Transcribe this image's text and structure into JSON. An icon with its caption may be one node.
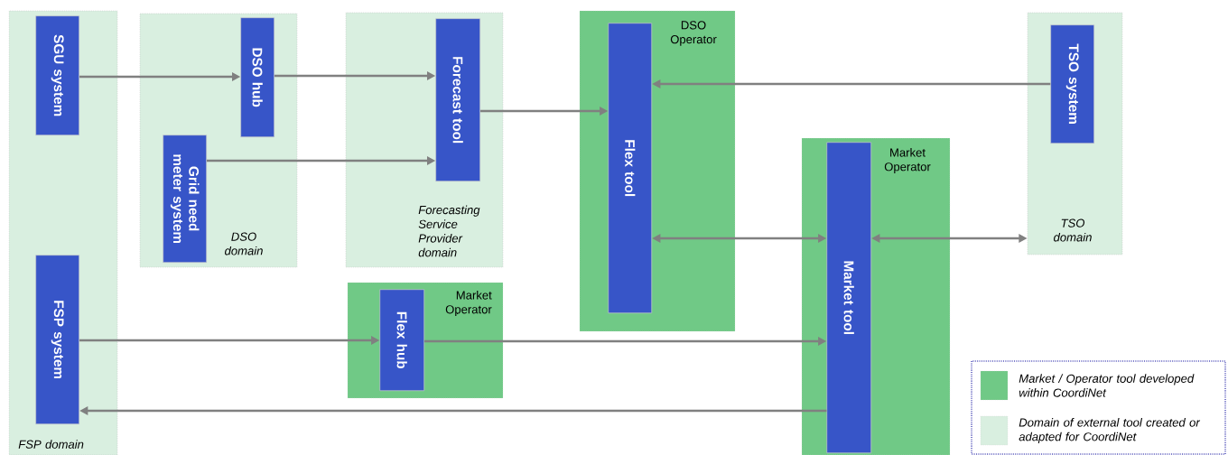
{
  "diagram": {
    "nodes": [
      {
        "text": [
          "FSP domain"
        ]
      },
      {
        "text": [
          "SGU system"
        ],
        "in": 0
      },
      {
        "text": [
          "FSP system"
        ],
        "in": 0
      },
      {
        "text": [
          "DSO domain"
        ]
      },
      {
        "text": [
          "DSO hub"
        ],
        "in": 3
      },
      {
        "text": [
          "Grid need meter system"
        ],
        "in": 3
      },
      {
        "text": [
          "Forecasting Service Provider domain"
        ]
      },
      {
        "text": [
          "Forecast tool"
        ],
        "in": 6
      },
      {
        "text": [
          "Market Operator"
        ]
      },
      {
        "text": [
          "Flex hub"
        ],
        "in": 8
      },
      {
        "text": [
          "DSO Operator"
        ]
      },
      {
        "text": [
          "Flex tool"
        ],
        "in": 10
      },
      {
        "text": [
          "Market Operator"
        ]
      },
      {
        "text": [
          "Market tool"
        ],
        "in": 12
      },
      {
        "text": [
          "TSO domain"
        ]
      },
      {
        "text": [
          "TSO system"
        ],
        "in": 14
      }
    ],
    "edges": [
      {
        "from": 1,
        "to": 4,
        "arrow": "to"
      },
      {
        "from": 4,
        "to": 7,
        "arrow": "to"
      },
      {
        "from": 5,
        "to": 7,
        "arrow": "to"
      },
      {
        "from": 7,
        "to": 11,
        "arrow": "to"
      },
      {
        "from": 15,
        "to": 11,
        "arrow": "to"
      },
      {
        "from": 11,
        "to": 13,
        "arrow": "both"
      },
      {
        "from": 13,
        "to": 14,
        "arrow": "both"
      },
      {
        "from": 2,
        "to": 9,
        "arrow": "to"
      },
      {
        "from": 9,
        "to": 13,
        "arrow": "to"
      },
      {
        "from": 13,
        "to": 2,
        "arrow": "to"
      }
    ],
    "legend": [
      {
        "text": "Market / Operator tool developed within CoordiNet",
        "color": "#70c986"
      },
      {
        "text": "Domain of external tool created or adapted for CoordiNet",
        "color": "#d9efe0"
      }
    ]
  }
}
